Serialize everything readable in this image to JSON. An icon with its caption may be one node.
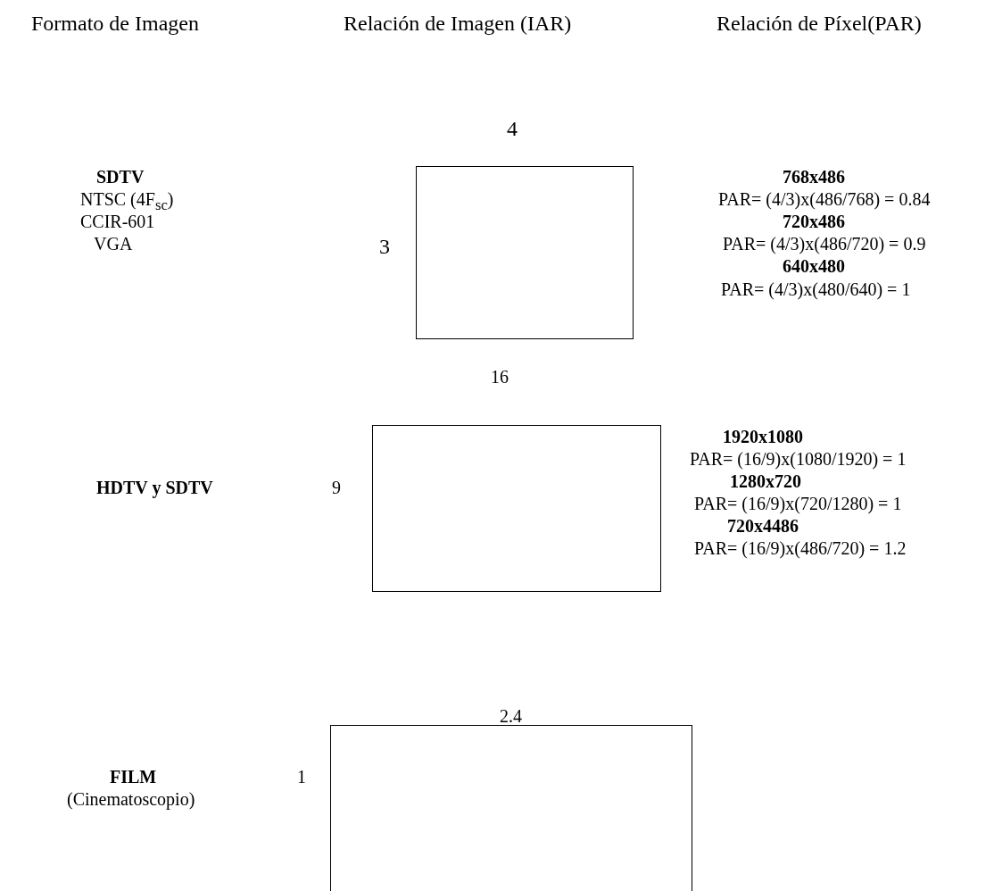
{
  "diagram": {
    "nodes": [
      {
        "text": [],
        "shape": "box"
      },
      {
        "text": [],
        "shape": "box"
      },
      {
        "text": [],
        "shape": "box"
      }
    ],
    "labels": [
      "Formato de Imagen",
      "Relación de Imagen (IAR)",
      "Relación de Píxel(PAR)",
      "4",
      "SDTV",
      "NTSC (4F$_{sc}$)",
      "CCIR-601",
      "VGA",
      "3",
      "768x486",
      "PAR= (4/3)x(486/768) = 0.84",
      "720x486",
      "PAR= (4/3)x(486/720) = 0.9",
      "640x480",
      "PAR= (4/3)x(480/640) = 1",
      "16",
      "1920x1080",
      "PAR= (16/9)x(1080/1920) = 1",
      "HDTV y SDTV",
      "9",
      "1280x720",
      "PAR= (16/9)x(720/1280) = 1",
      "720x4486",
      "PAR= (16/9)x(486/720) = 1.2",
      "2.4",
      "FILM",
      "1",
      "(Cinematoscopio)"
    ]
  }
}
